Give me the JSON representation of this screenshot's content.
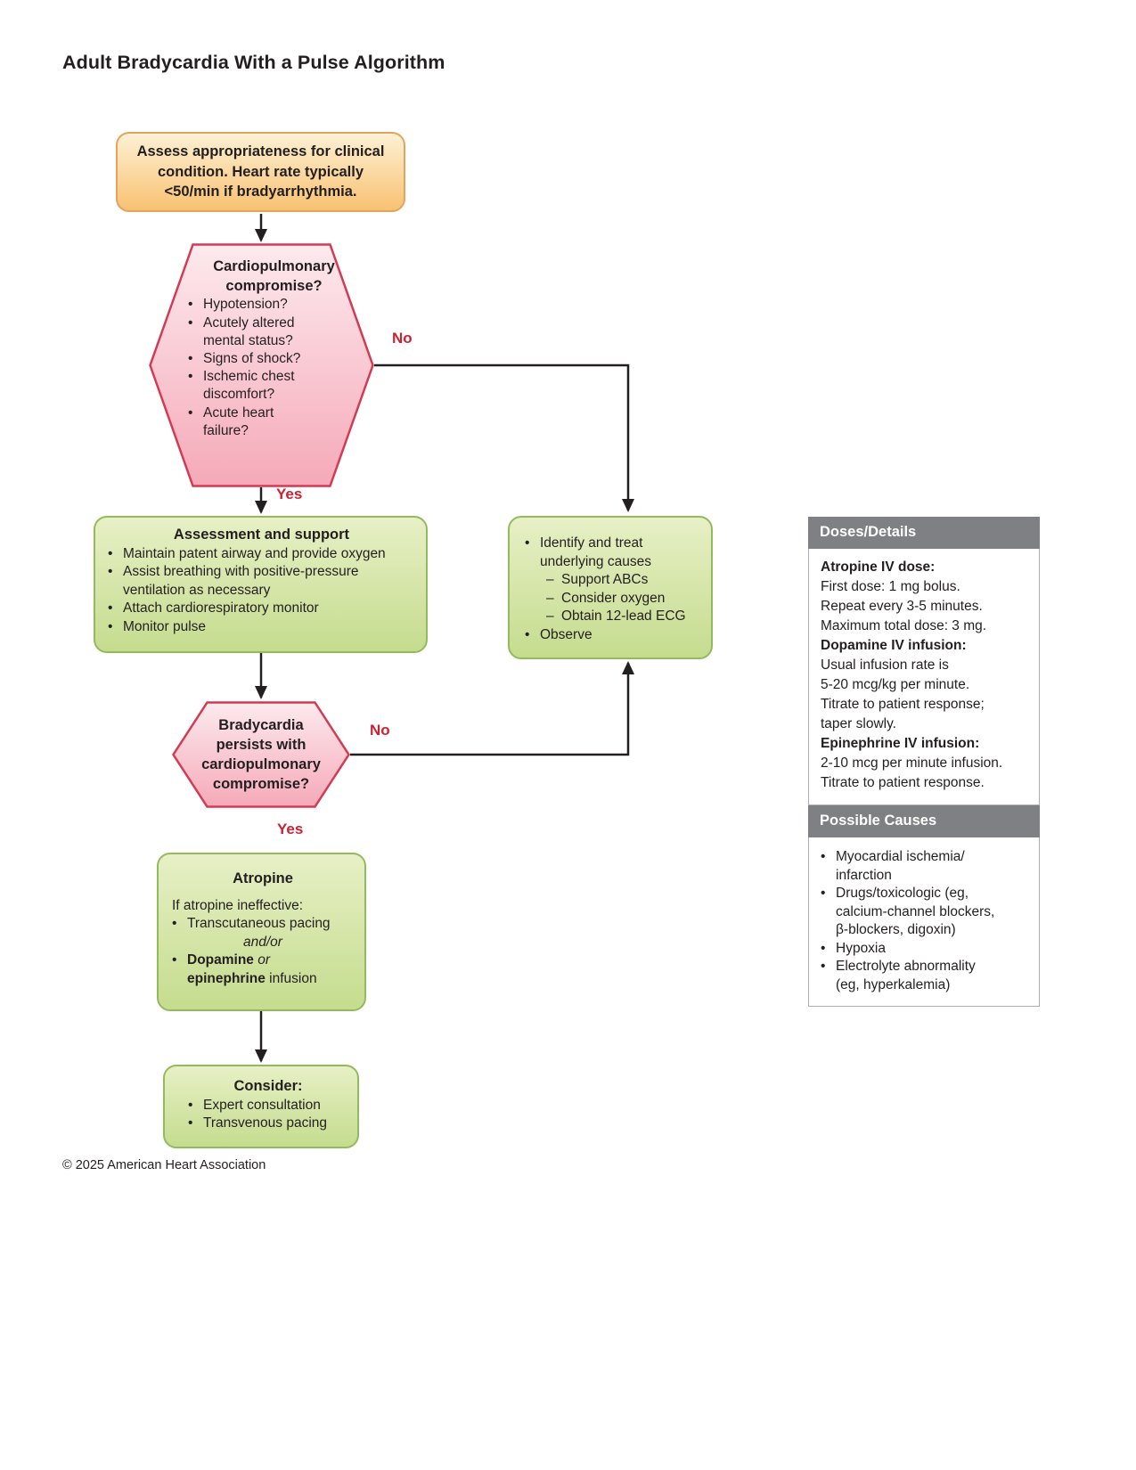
{
  "page_title": "Adult Bradycardia With a Pulse Algorithm",
  "copyright": "© 2025 American Heart Association",
  "colors": {
    "node_orange_top": "#fdf1d4",
    "node_orange_bottom": "#f8c172",
    "node_orange_border": "#e0a45f",
    "node_green_top": "#e7f0c6",
    "node_green_bottom": "#c5dc8e",
    "node_green_border": "#94ba5e",
    "hex_pink_top": "#fdeaee",
    "hex_pink_bottom": "#f5a9b8",
    "hex_pink_border": "#d23b53",
    "panel_header_gray": "#7e8083",
    "panel_border_gray": "#abadaf",
    "decision_label_red": "#cb2231",
    "arrow_black": "#231f20"
  },
  "decision_labels": {
    "compromise_no": "No",
    "compromise_yes": "Yes",
    "persists_no": "No",
    "persists_yes": "Yes"
  },
  "nodes": {
    "assess": {
      "lines": [
        {
          "center": 1,
          "bold": 1,
          "big": 1,
          "text": "Assess appropriateness for clinical\ncondition. Heart rate typically\n<50/min if bradyarrhythmia."
        }
      ]
    },
    "compromise_decision": {
      "lines": [
        {
          "center": 1,
          "bold": 1,
          "big": 1,
          "text": "Cardiopulmonary\ncompromise?"
        },
        {
          "bullet": "•",
          "text": "Hypotension?"
        },
        {
          "bullet": "•",
          "text": "Acutely altered\nmental status?"
        },
        {
          "bullet": "•",
          "text": "Signs of shock?"
        },
        {
          "bullet": "•",
          "text": "Ischemic chest\ndiscomfort?"
        },
        {
          "bullet": "•",
          "text": "Acute heart\nfailure?"
        }
      ]
    },
    "assessment_support": {
      "lines": [
        {
          "center": 1,
          "bold": 1,
          "big": 1,
          "text": "Assessment and support"
        },
        {
          "bullet": "•",
          "text": "Maintain patent airway and provide oxygen"
        },
        {
          "bullet": "•",
          "text": "Assist breathing with positive-pressure\nventilation as necessary"
        },
        {
          "bullet": "•",
          "text": "Attach cardiorespiratory monitor"
        },
        {
          "bullet": "•",
          "text": "Monitor pulse"
        }
      ]
    },
    "identify_treat": {
      "lines": [
        {
          "bullet": "•",
          "text": "Identify and treat\nunderlying causes"
        },
        {
          "bullet": "–",
          "ind": 1,
          "text": "Support ABCs"
        },
        {
          "bullet": "–",
          "ind": 1,
          "text": "Consider oxygen"
        },
        {
          "bullet": "–",
          "ind": 1,
          "text": "Obtain 12-lead ECG"
        },
        {
          "bullet": "•",
          "text": "Observe"
        }
      ]
    },
    "persists_decision": {
      "lines": [
        {
          "center": 1,
          "bold": 1,
          "big": 1,
          "text": "Bradycardia\npersists with\ncardiopulmonary\ncompromise?"
        }
      ]
    },
    "atropine": {
      "lines": [
        {
          "center": 1,
          "bold": 1,
          "big": 1,
          "gap": 1,
          "text": "Atropine"
        },
        {
          "text": "If atropine ineffective:"
        },
        {
          "bullet": "•",
          "text": "Transcutaneous pacing"
        },
        {
          "center": 1,
          "italic": 1,
          "text": "and/or"
        },
        {
          "bullet": "•",
          "seg": [
            {
              "t": "Dopamine",
              "b": 1
            },
            {
              "t": " "
            },
            {
              "t": "or",
              "i": 1
            },
            {
              "t": "\n"
            },
            {
              "t": "epinephrine",
              "b": 1
            },
            {
              "t": " infusion"
            }
          ]
        }
      ]
    },
    "consider": {
      "lines": [
        {
          "center": 1,
          "bold": 1,
          "big": 1,
          "text": "Consider:"
        },
        {
          "bullet": "•",
          "text": "Expert consultation"
        },
        {
          "bullet": "•",
          "text": "Transvenous pacing"
        }
      ]
    }
  },
  "panel": {
    "doses_header": "Doses/Details",
    "doses_lines": [
      {
        "bold": 1,
        "text": "Atropine IV dose:"
      },
      {
        "text": "First dose: 1 mg bolus."
      },
      {
        "text": "Repeat every 3-5 minutes."
      },
      {
        "text": "Maximum total dose: 3 mg."
      },
      {
        "bold": 1,
        "text": "Dopamine IV infusion:"
      },
      {
        "text": "Usual infusion rate is"
      },
      {
        "text": "5-20 mcg/kg per minute."
      },
      {
        "text": "Titrate to patient response;"
      },
      {
        "text": "taper slowly."
      },
      {
        "bold": 1,
        "text": "Epinephrine IV infusion:"
      },
      {
        "text": "2-10 mcg per minute infusion."
      },
      {
        "text": "Titrate to patient response."
      }
    ],
    "causes_header": "Possible Causes",
    "causes_lines": [
      {
        "bullet": "•",
        "text": "Myocardial ischemia/\ninfarction"
      },
      {
        "bullet": "•",
        "text": "Drugs/toxicologic (eg,\ncalcium-channel blockers,\nβ-blockers, digoxin)"
      },
      {
        "bullet": "•",
        "text": "Hypoxia"
      },
      {
        "bullet": "•",
        "text": "Electrolyte abnormality\n(eg, hyperkalemia)"
      }
    ]
  }
}
